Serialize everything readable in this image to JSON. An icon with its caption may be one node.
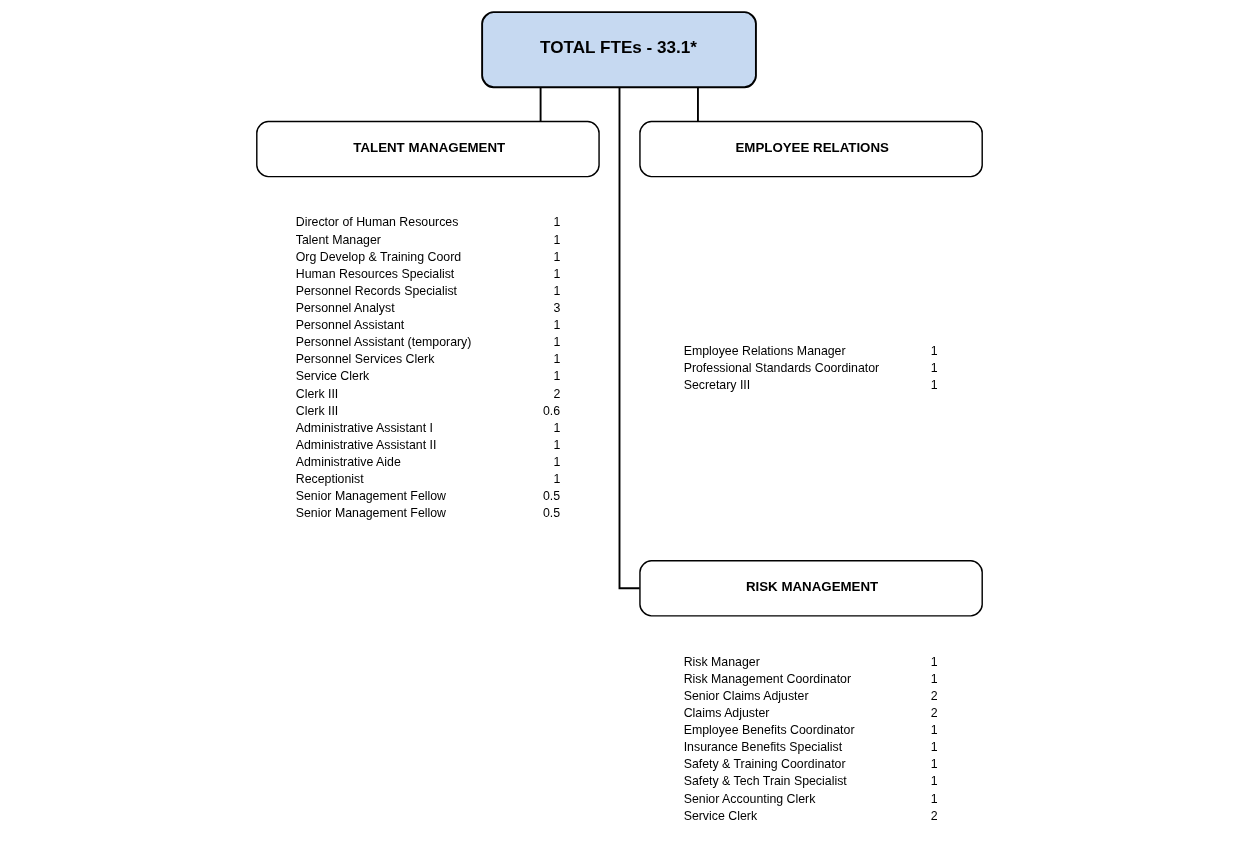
{
  "diagram": {
    "nodes": [
      {
        "text": [
          "TOTAL FTEs - 33.1*"
        ]
      },
      {
        "text": [
          "TALENT MANAGEMENT"
        ]
      },
      {
        "text": [
          "EMPLOYEE RELATIONS"
        ]
      },
      {
        "text": [
          "RISK MANAGEMENT"
        ]
      }
    ],
    "edges": [
      {
        "from": 0,
        "to": 1,
        "arrow": "none"
      },
      {
        "from": 0,
        "to": 2,
        "arrow": "none"
      },
      {
        "from": 0,
        "to": 3,
        "arrow": "none"
      }
    ],
    "labels": [
      "Director of Human Resources",
      "1",
      "Talent Manager",
      "1",
      "Org Develop & Training Coord",
      "1",
      "Human Resources Specialist",
      "1",
      "Personnel Records Specialist",
      "1",
      "Personnel Analyst",
      "3",
      "Personnel Assistant",
      "1",
      "Personnel Assistant (temporary)",
      "1",
      "Personnel Services Clerk",
      "1",
      "Service Clerk",
      "1",
      "Clerk III",
      "2",
      "Clerk III",
      "0.6",
      "Administrative Assistant I",
      "1",
      "Administrative Assistant II",
      "1",
      "Administrative Aide",
      "1",
      "Receptionist",
      "1",
      "Senior Management Fellow",
      "0.5",
      "Senior Management Fellow",
      "0.5",
      "Employee Relations Manager",
      "1",
      "Professional Standards Coordinator",
      "1",
      "Secretary III",
      "1",
      "Risk Manager",
      "1",
      "Risk Management Coordinator",
      "1",
      "Senior Claims Adjuster",
      "2",
      "Claims Adjuster",
      "2",
      "Employee Benefits Coordinator",
      "1",
      "Insurance Benefits Specialist",
      "1",
      "Safety & Training Coordinator",
      "1",
      "Safety & Tech Train Specialist",
      "1",
      "Senior Accounting Clerk",
      "1",
      "Service Clerk",
      "2"
    ]
  }
}
